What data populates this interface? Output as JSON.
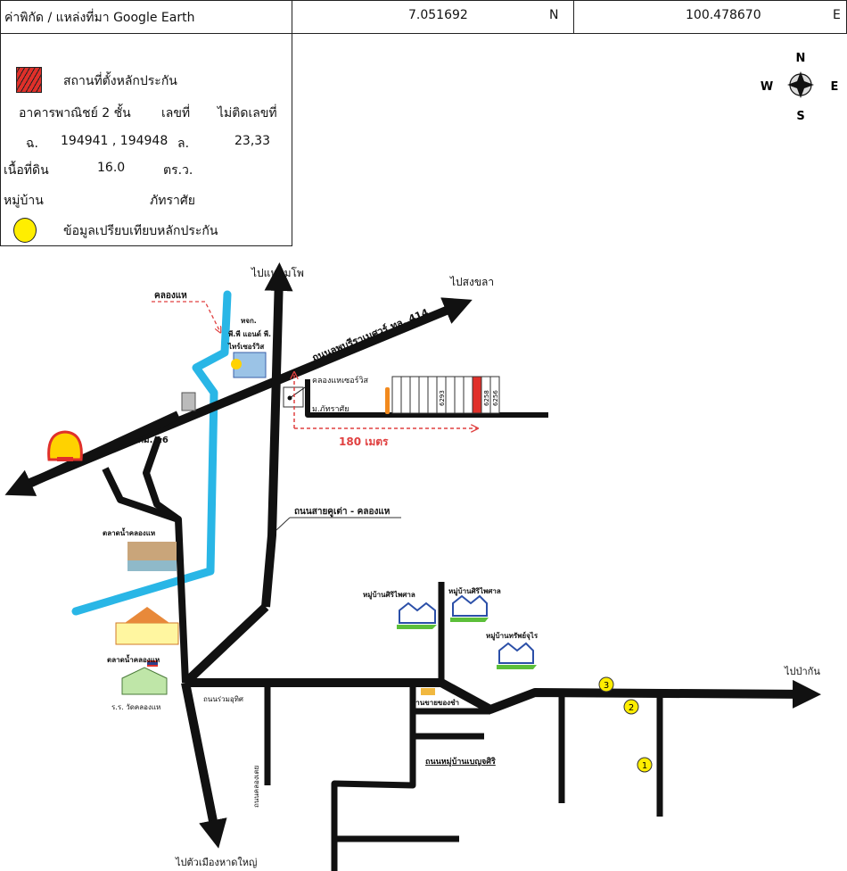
{
  "header": {
    "source_label": "ค่าพิกัด / แหล่งที่มา Google Earth",
    "latitude": "7.051692",
    "lat_unit": "N",
    "longitude": "100.478670",
    "lon_unit": "E"
  },
  "legend": {
    "collateral_location": "สถานที่ตั้งหลักประกัน",
    "building_type": "อาคารพาณิชย์ 2 ชั้น",
    "house_no_label": "เลขที่",
    "house_no_value": "ไม่ติดเลขที่",
    "deed_prefix": "ฉ.",
    "deed_numbers": "194941 , 194948",
    "lot_prefix": "ล.",
    "lot_numbers": "23,33",
    "land_area_label": "เนื้อที่ดิน",
    "land_area_value": "16.0",
    "land_area_unit": "ตร.ว.",
    "village_label": "หมู่บ้าน",
    "village_value": "ภัทราศัย",
    "comparison_label": "ข้อมูลเปรียบเทียบหลักประกัน"
  },
  "compass": {
    "n": "N",
    "s": "S",
    "e": "E",
    "w": "W"
  },
  "map": {
    "to_laem_pho": "ไปแหลมโพ",
    "to_songkhla": "ไปสงขลา",
    "highway": "ถนนลพบุรีราเมศวร์ ทล. 414",
    "canal": "คลองแห",
    "shop_line1": "หจก.",
    "shop_line2": "พี.พี แอนด์ พี.",
    "shop_line3": "ไทร์เซอร์วิส",
    "service_label": "คลองแหเซอร์วิส",
    "village_label": "ม.ภัทราศัย",
    "distance": "180 เมตร",
    "km_marker": "กม. 16",
    "ku_tao_road": "ถนนสายคูเต่า - คลองแห",
    "floating_market_1": "ตลาดน้ำคลองแห",
    "floating_market_2": "ตลาดน้ำคลองแห",
    "school": "ร.ร. วัดคลองแห",
    "ruam_uthit_road": "ถนนร่วมอุทิศ",
    "khlong_toei_road": "ถนนคลองเตย",
    "grocery": "ร้านขายของชำ",
    "benjasiri_road": "ถนนหมู่บ้านเบญจศิริ",
    "village_siri_1": "หมู่บ้านศิริไพศาล",
    "village_siri_2": "หมู่บ้านศิริไพศาล",
    "village_sap": "หมู่บ้านทรัพย์จุไร",
    "to_pa_kan": "ไปป่ากัน",
    "to_hat_yai": "ไปตัวเมืองหาดใหญ่",
    "plot_1": "6293",
    "plot_2": "6258",
    "plot_3": "6256",
    "comp_1": "1",
    "comp_2": "2",
    "comp_3": "3"
  },
  "colors": {
    "road": "#111111",
    "canal": "#29b6e6",
    "collateral": "#e0302a",
    "comparison": "#ffee00",
    "dashed": "#e04040"
  }
}
